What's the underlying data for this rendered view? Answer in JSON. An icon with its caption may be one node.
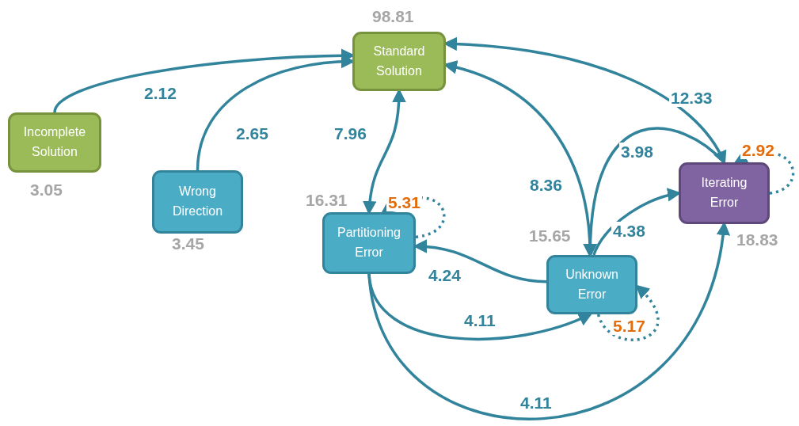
{
  "diagram": {
    "nodes": [
      {
        "text": [
          "Standard Solution"
        ],
        "beside": [
          "98.81"
        ]
      },
      {
        "text": [
          "Incomplete Solution"
        ],
        "beside": [
          "3.05"
        ]
      },
      {
        "text": [
          "Wrong Direction"
        ],
        "beside": [
          "3.45"
        ]
      },
      {
        "text": [
          "Partitioning Error"
        ],
        "beside": [
          "16.31"
        ]
      },
      {
        "text": [
          "Iterating Error"
        ],
        "beside": [
          "18.83"
        ]
      },
      {
        "text": [
          "Unknown Error"
        ],
        "beside": [
          "15.65"
        ]
      }
    ],
    "edges": [
      {
        "from": 1,
        "to": 0,
        "arrow": "to",
        "label": "2.12"
      },
      {
        "from": 2,
        "to": 0,
        "arrow": "to",
        "label": "2.65"
      },
      {
        "from": 3,
        "to": 0,
        "arrow": "both",
        "label": "7.96"
      },
      {
        "from": 3,
        "to": 3,
        "arrow": "to",
        "label": "5.31",
        "style": "dashed"
      },
      {
        "from": 0,
        "to": 5,
        "arrow": "both",
        "label": "8.36"
      },
      {
        "from": 0,
        "to": 4,
        "arrow": "both",
        "label": "12.33"
      },
      {
        "from": 4,
        "to": 5,
        "arrow": "to",
        "label": "3.98"
      },
      {
        "from": 5,
        "to": 4,
        "arrow": "to",
        "label": "4.38"
      },
      {
        "from": 4,
        "to": 4,
        "arrow": "to",
        "label": "2.92",
        "style": "dashed"
      },
      {
        "from": 5,
        "to": 3,
        "arrow": "to",
        "label": "4.24"
      },
      {
        "from": 3,
        "to": 5,
        "arrow": "to",
        "label": "4.11"
      },
      {
        "from": 5,
        "to": 5,
        "arrow": "to",
        "label": "5.17",
        "style": "dashed"
      },
      {
        "from": 3,
        "to": 4,
        "arrow": "to",
        "label": "4.11"
      }
    ]
  }
}
